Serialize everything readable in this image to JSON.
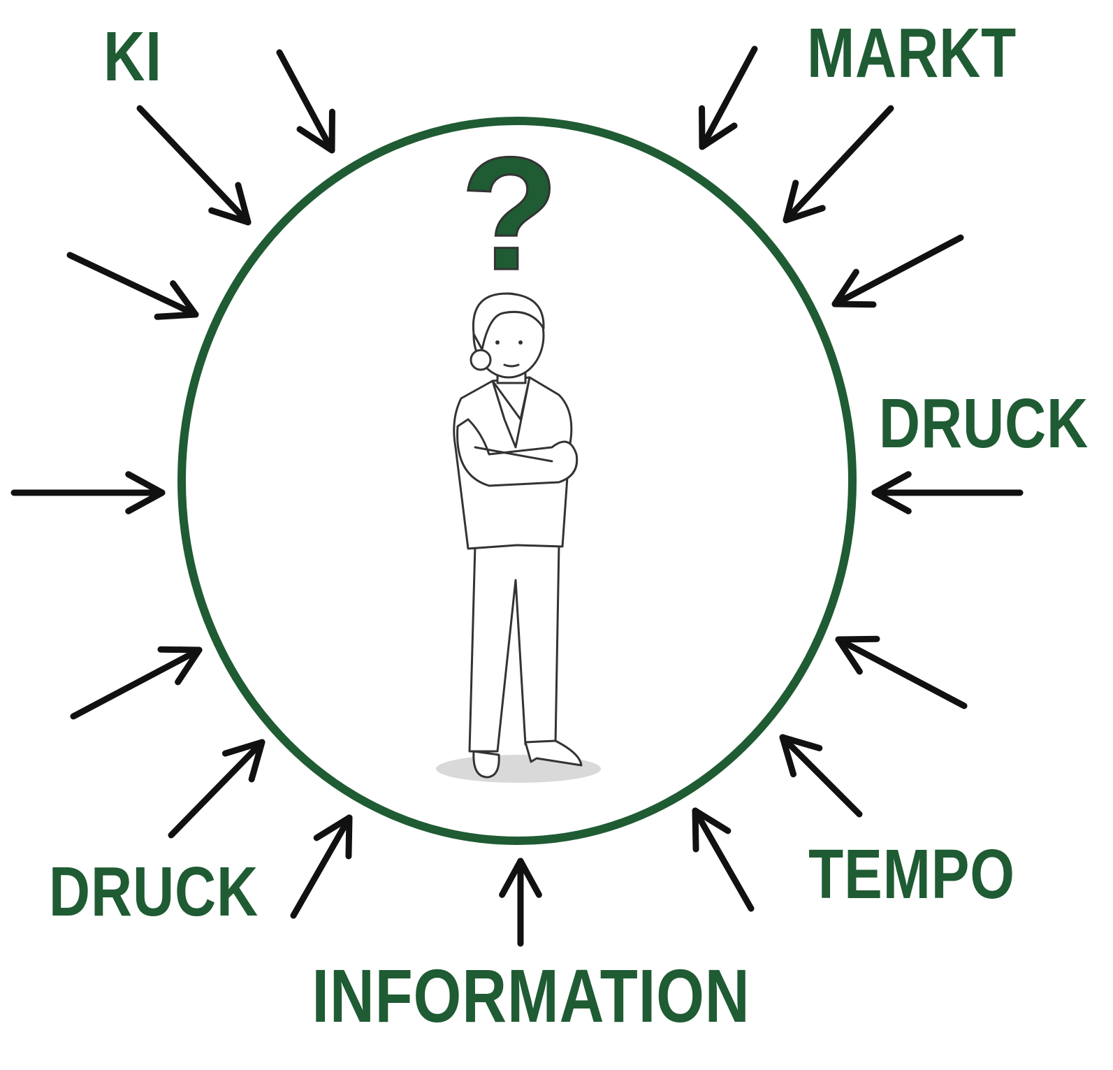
{
  "title": "Pressure from all sides",
  "labels": {
    "ki": "KI",
    "markt": "MARKT",
    "druck_right": "DRUCK",
    "druck_left": "DRUCK",
    "tempo": "TEMPO",
    "information": "INFORMATION"
  },
  "question_mark": "?",
  "colors": {
    "accent_green": "#1f5b33",
    "arrow": "#111111",
    "figure_line": "#333333",
    "shadow": "#d9d9d9"
  }
}
